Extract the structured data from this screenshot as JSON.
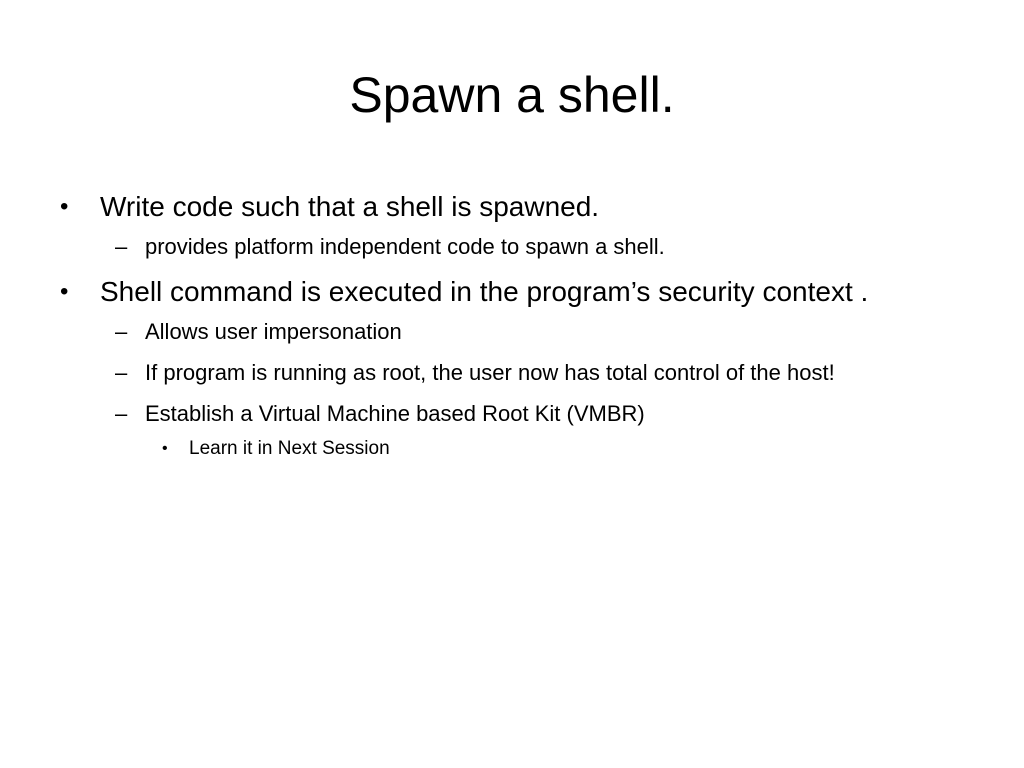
{
  "slide": {
    "title": "Spawn a shell.",
    "bullets": [
      {
        "marker": "•",
        "text": "Write code such that a shell is spawned.",
        "sub": [
          {
            "marker": "–",
            "text": "provides platform independent code to spawn a shell."
          }
        ]
      },
      {
        "marker": "•",
        "text": "Shell command is executed in the program’s security context .",
        "sub": [
          {
            "marker": "–",
            "text": "Allows user impersonation"
          },
          {
            "marker": "–",
            "text": "If program is running as root, the user now has total control of the host!"
          },
          {
            "marker": "–",
            "text": "Establish a Virtual Machine based Root Kit (VMBR)",
            "sub": [
              {
                "marker": "•",
                "text": "Learn it in Next Session"
              }
            ]
          }
        ]
      }
    ]
  }
}
